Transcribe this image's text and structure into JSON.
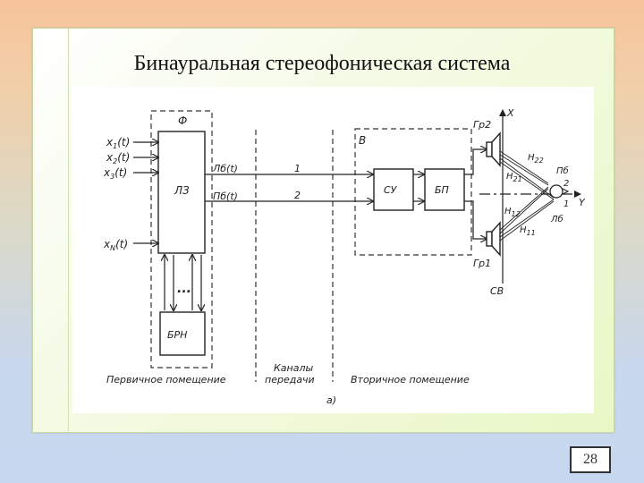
{
  "slide": {
    "title": "Бинауральная стереофоническая система",
    "page_number": "28"
  },
  "diagram": {
    "inputs": [
      "x1(t)",
      "x2(t)",
      "x3(t)",
      "xN(t)"
    ],
    "input_subscripts": [
      "1",
      "2",
      "3",
      "N"
    ],
    "block_phi": "Ф",
    "block_lz": "ЛЗ",
    "block_brn": "БРН",
    "block_v": "В",
    "block_su": "СУ",
    "block_bp": "БП",
    "signal_left": "Лб(t)",
    "signal_right": "Пб(t)",
    "channel_1": "1",
    "channel_2": "2",
    "dots": "...",
    "speaker_gr2": "Гр2",
    "speaker_gr1": "Гр1",
    "axis_x": "X",
    "axis_y": "Y",
    "axis_sv": "СВ",
    "h22": "H22",
    "h21": "H21",
    "h12": "H12",
    "h11": "H11",
    "ear_pb": "Пб",
    "ear_lb": "Лб",
    "ear_2": "2",
    "ear_1": "1",
    "caption_primary": "Первичное помещение",
    "caption_channels_1": "Каналы",
    "caption_channels_2": "передачи",
    "caption_secondary": "Вторичное помещение",
    "caption_a": "а)"
  }
}
